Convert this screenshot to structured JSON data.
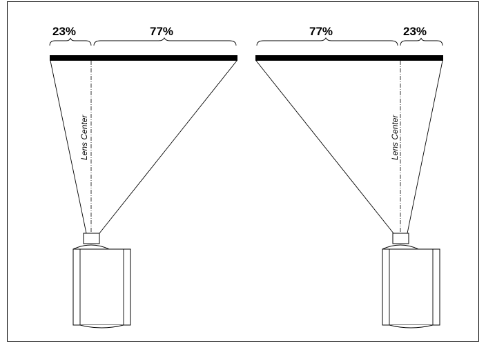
{
  "left_setup": {
    "offset_label": "23%",
    "main_label": "77%",
    "lens_label": "Lens Center"
  },
  "right_setup": {
    "offset_label": "23%",
    "main_label": "77%",
    "lens_label": "Lens Center"
  },
  "colors": {
    "line": "#000000",
    "background": "#ffffff"
  }
}
